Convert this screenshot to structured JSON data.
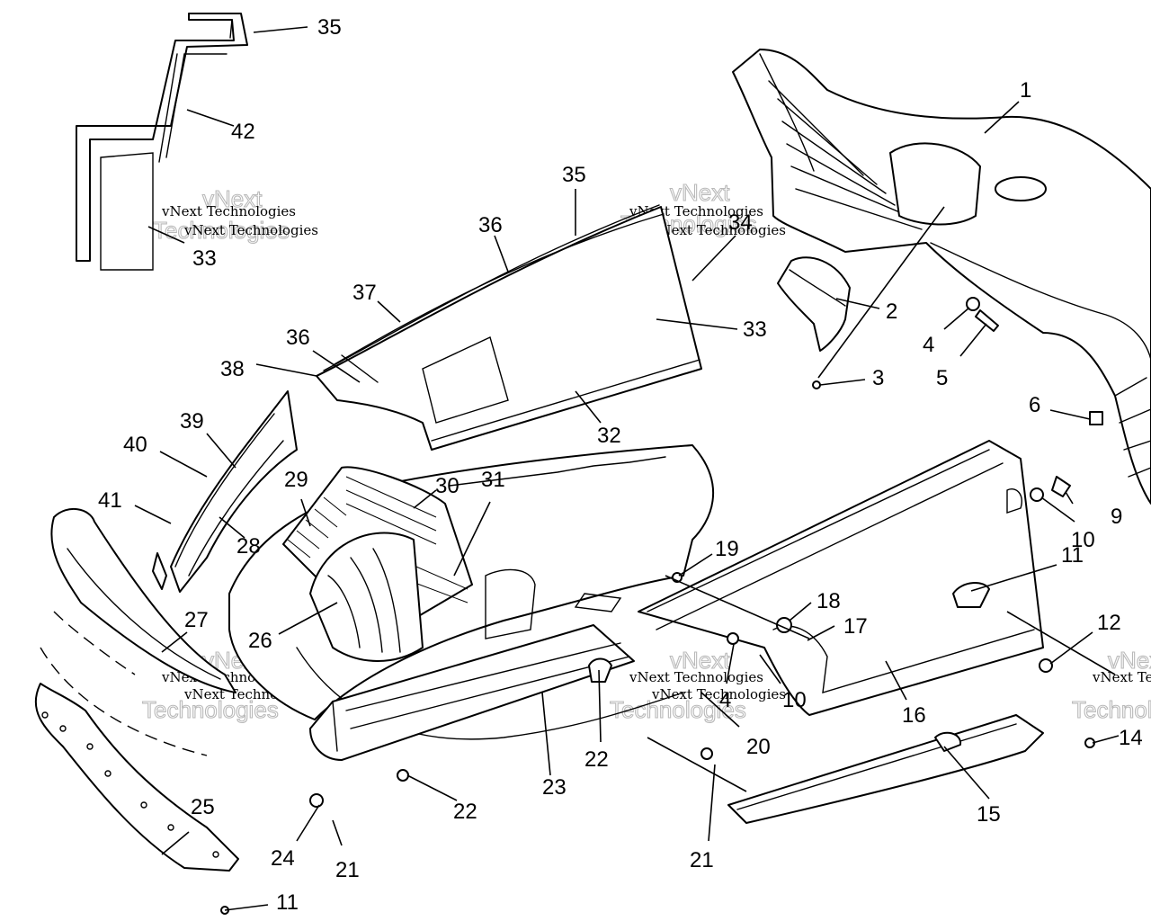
{
  "watermarks": {
    "line1": "vNext Technologies",
    "line2": "vNext",
    "line3": "Technologies"
  },
  "callouts": [
    {
      "id": "c1",
      "label": "1"
    },
    {
      "id": "c2",
      "label": "2"
    },
    {
      "id": "c3",
      "label": "3"
    },
    {
      "id": "c4a",
      "label": "4"
    },
    {
      "id": "c5",
      "label": "5"
    },
    {
      "id": "c6",
      "label": "6"
    },
    {
      "id": "c9",
      "label": "9"
    },
    {
      "id": "c10a",
      "label": "10"
    },
    {
      "id": "c11a",
      "label": "11"
    },
    {
      "id": "c12",
      "label": "12"
    },
    {
      "id": "c14",
      "label": "14"
    },
    {
      "id": "c15",
      "label": "15"
    },
    {
      "id": "c16",
      "label": "16"
    },
    {
      "id": "c17",
      "label": "17"
    },
    {
      "id": "c18",
      "label": "18"
    },
    {
      "id": "c19",
      "label": "19"
    },
    {
      "id": "c4b",
      "label": "4"
    },
    {
      "id": "c10b",
      "label": "10"
    },
    {
      "id": "c20",
      "label": "20"
    },
    {
      "id": "c21a",
      "label": "21"
    },
    {
      "id": "c21b",
      "label": "21"
    },
    {
      "id": "c22a",
      "label": "22"
    },
    {
      "id": "c22b",
      "label": "22"
    },
    {
      "id": "c23",
      "label": "23"
    },
    {
      "id": "c24",
      "label": "24"
    },
    {
      "id": "c25",
      "label": "25"
    },
    {
      "id": "c26",
      "label": "26"
    },
    {
      "id": "c27",
      "label": "27"
    },
    {
      "id": "c28",
      "label": "28"
    },
    {
      "id": "c29",
      "label": "29"
    },
    {
      "id": "c30",
      "label": "30"
    },
    {
      "id": "c31",
      "label": "31"
    },
    {
      "id": "c32",
      "label": "32"
    },
    {
      "id": "c33a",
      "label": "33"
    },
    {
      "id": "c33b",
      "label": "33"
    },
    {
      "id": "c34",
      "label": "34"
    },
    {
      "id": "c35a",
      "label": "35"
    },
    {
      "id": "c35b",
      "label": "35"
    },
    {
      "id": "c36a",
      "label": "36"
    },
    {
      "id": "c36b",
      "label": "36"
    },
    {
      "id": "c37",
      "label": "37"
    },
    {
      "id": "c38",
      "label": "38"
    },
    {
      "id": "c39",
      "label": "39"
    },
    {
      "id": "c40",
      "label": "40"
    },
    {
      "id": "c41",
      "label": "41"
    },
    {
      "id": "c42",
      "label": "42"
    },
    {
      "id": "c11b",
      "label": "11"
    }
  ]
}
